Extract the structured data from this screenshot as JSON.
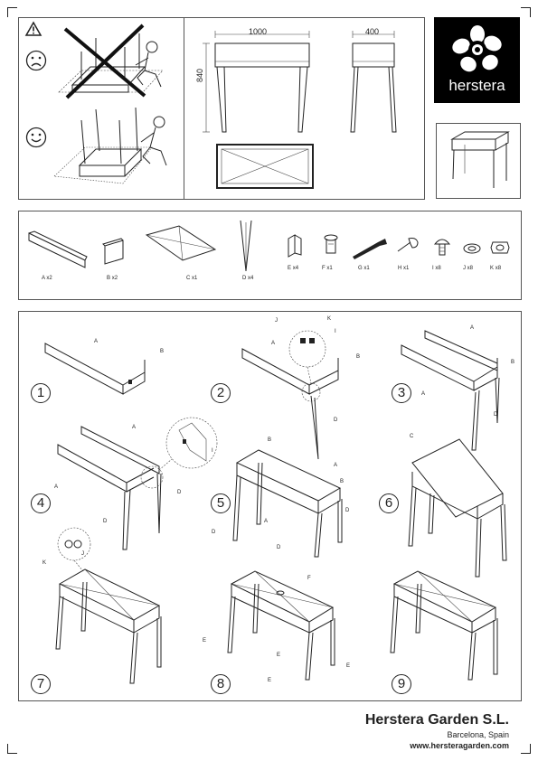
{
  "brand": {
    "name": "herstera"
  },
  "dimensions": {
    "width": "1000",
    "depth": "400",
    "height": "840"
  },
  "parts": [
    {
      "letter": "A",
      "qty": "x2"
    },
    {
      "letter": "B",
      "qty": "x2"
    },
    {
      "letter": "C",
      "qty": "x1"
    },
    {
      "letter": "D",
      "qty": "x4"
    },
    {
      "letter": "E",
      "qty": "x4"
    },
    {
      "letter": "F",
      "qty": "x1"
    },
    {
      "letter": "G",
      "qty": "x1"
    },
    {
      "letter": "H",
      "qty": "x1"
    },
    {
      "letter": "I",
      "qty": "x8"
    },
    {
      "letter": "J",
      "qty": "x8"
    },
    {
      "letter": "K",
      "qty": "x8"
    }
  ],
  "steps": [
    "1",
    "2",
    "3",
    "4",
    "5",
    "6",
    "7",
    "8",
    "9"
  ],
  "labels": {
    "A": "A",
    "B": "B",
    "C": "C",
    "D": "D",
    "E": "E",
    "F": "F",
    "I": "I",
    "J": "J",
    "K": "K"
  },
  "footer": {
    "company": "Herstera Garden S.L.",
    "city": "Barcelona, Spain",
    "website": "www.hersteragarden.com"
  }
}
